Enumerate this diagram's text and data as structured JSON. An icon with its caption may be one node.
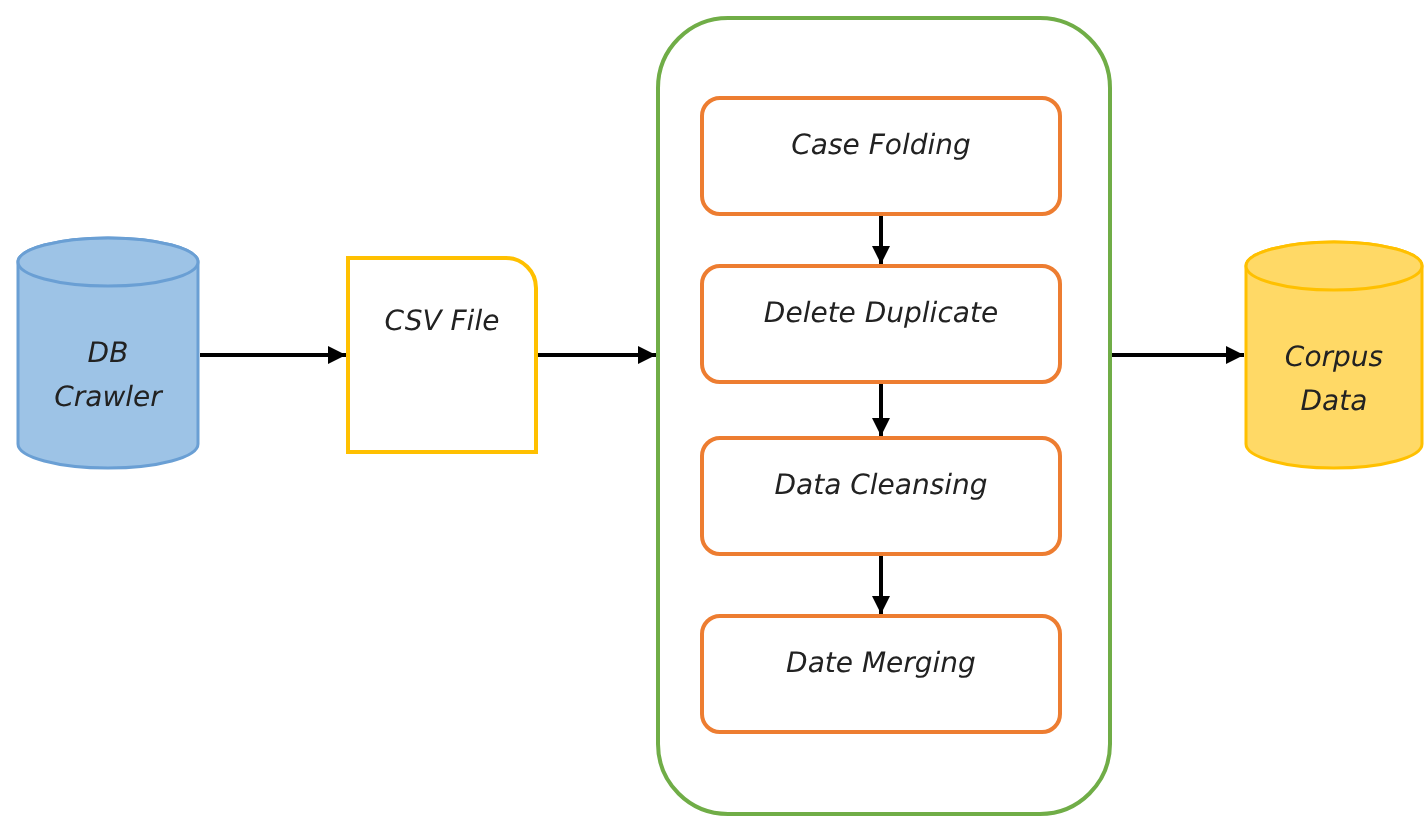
{
  "diagram": {
    "nodes": [
      {
        "text": [
          "DB Crawler"
        ]
      },
      {
        "text": [
          "CSV File"
        ]
      },
      {
        "text": [],
        "shape": "box"
      },
      {
        "text": [
          "Case Folding"
        ],
        "in": 2
      },
      {
        "text": [
          "Delete Duplicate"
        ],
        "in": 2
      },
      {
        "text": [
          "Data Cleansing"
        ],
        "in": 2
      },
      {
        "text": [
          "Date Merging"
        ],
        "in": 2
      },
      {
        "text": [
          "Corpus Data"
        ]
      }
    ],
    "edges": [
      {
        "from": 0,
        "to": 1,
        "arrow": "to"
      },
      {
        "from": 1,
        "to": 2,
        "arrow": "to"
      },
      {
        "from": 3,
        "to": 4,
        "arrow": "to"
      },
      {
        "from": 4,
        "to": 5,
        "arrow": "to"
      },
      {
        "from": 5,
        "to": 6,
        "arrow": "to"
      },
      {
        "from": 2,
        "to": 7,
        "arrow": "to"
      }
    ]
  }
}
